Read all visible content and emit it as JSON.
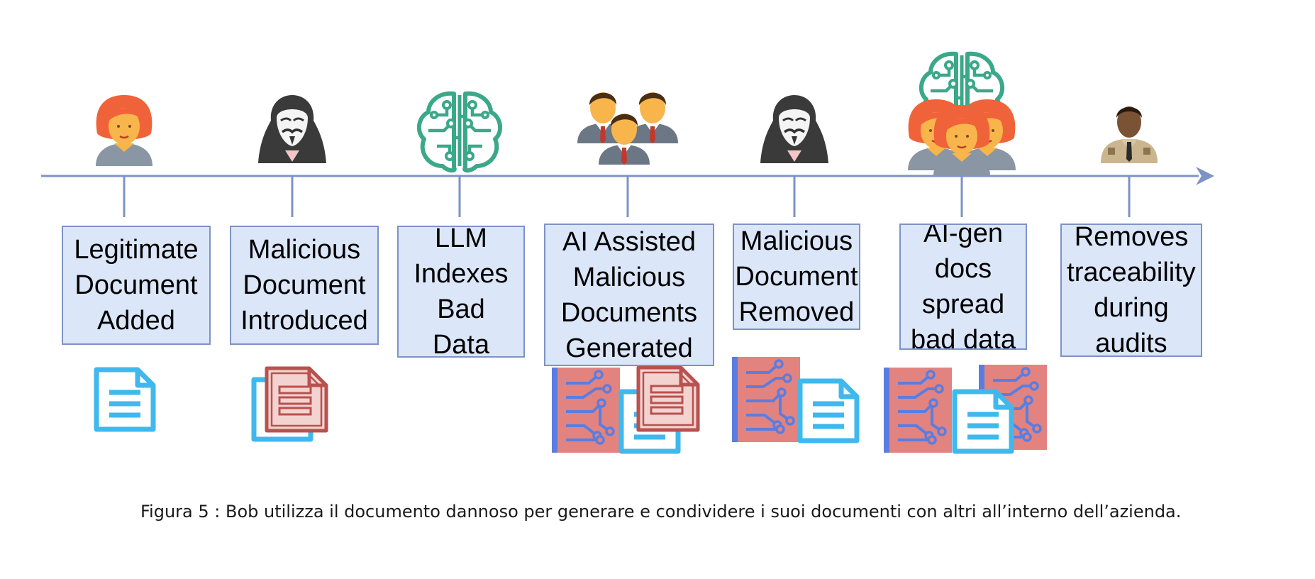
{
  "timeline": {
    "steps": [
      {
        "label": "Legitimate\nDocument\nAdded",
        "actor": "woman-avatar-icon"
      },
      {
        "label": "Malicious\nDocument\nIntroduced",
        "actor": "hooded-hacker-icon"
      },
      {
        "label": "LLM\nIndexes\nBad\nData",
        "actor": "ai-brain-icon"
      },
      {
        "label": "AI Assisted\nMalicious\nDocuments\nGenerated",
        "actor": "employee-group-icon"
      },
      {
        "label": "Malicious\nDocument\nRemoved",
        "actor": "hooded-hacker-icon"
      },
      {
        "label": "AI-gen\ndocs\nspread\nbad data",
        "actor": "ai-brain-women-group-icon"
      },
      {
        "label": "Removes\ntraceability\nduring\naudits",
        "actor": "security-guard-icon"
      }
    ]
  },
  "caption": "Figura 5 : Bob utilizza il documento dannoso per generare e condividere i suoi documenti con altri all’interno dell’azienda.",
  "colors": {
    "axis": "#7d93c6",
    "box_fill": "#dbe6f8",
    "box_border": "#7d93c6",
    "legit_doc": "#3fb8ee",
    "malicious_doc": "#b9514f",
    "ai_doc_fill": "#e2837f",
    "ai_doc_accent": "#5b7de0",
    "brain": "#3aa889",
    "hair": "#f0633a",
    "skin": "#f7b54c",
    "shirt": "#8a96a3",
    "hacker": "#3a3a3a"
  }
}
